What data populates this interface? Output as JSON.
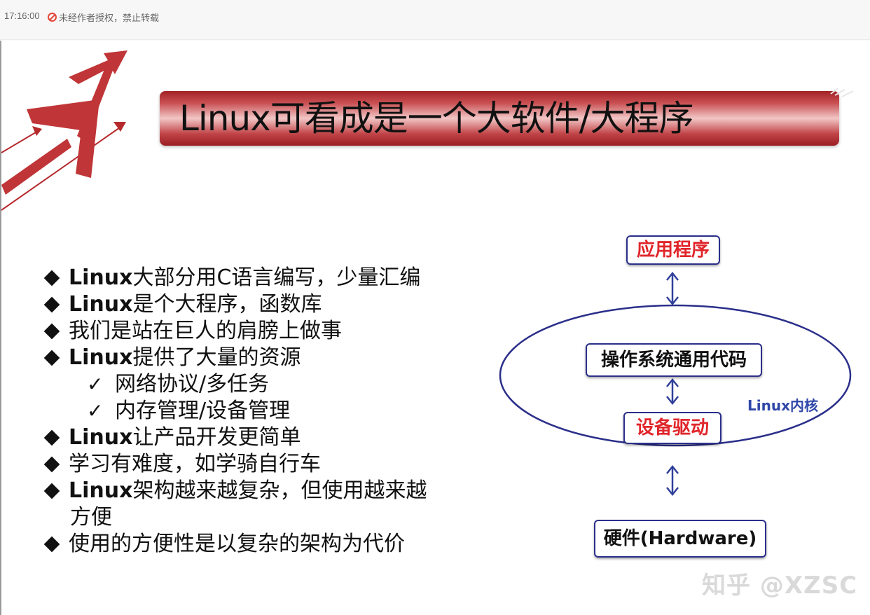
{
  "topbar": {
    "time": "17:16:00",
    "notice_icon": "no-entry-icon",
    "notice": "未经作者授权，禁止转载"
  },
  "slide": {
    "title": "Linux可看成是一个大软件/大程序",
    "bullets": [
      {
        "bold": "Linux",
        "text": "大部分用C语言编写，少量汇编"
      },
      {
        "bold": "Linux",
        "text": "是个大程序，函数库"
      },
      {
        "bold": "",
        "text": "我们是站在巨人的肩膀上做事"
      },
      {
        "bold": "Linux",
        "text": "提供了大量的资源"
      },
      {
        "bold": "Linux",
        "text": "让产品开发更简单"
      },
      {
        "bold": "",
        "text": "学习有难度，如学骑自行车"
      },
      {
        "bold": "Linux",
        "text": "架构越来越复杂，但使用越来越"
      },
      {
        "bold": "",
        "text": "使用的方便性是以复杂的架构为代价"
      }
    ],
    "bullet7_continuation": "方便",
    "subitems": [
      {
        "mark": "✓",
        "text": "网络协议/多任务"
      },
      {
        "mark": "✓",
        "text": "内存管理/设备管理"
      }
    ],
    "diagram": {
      "app": "应用程序",
      "os_code": "操作系统通用代码",
      "driver": "设备驱动",
      "hardware": "硬件(Hardware)",
      "kernel_label": "Linux内核",
      "colors": {
        "red_text": "#e0262b",
        "outline": "#2b2f8a",
        "kernel_text": "#2f47a8"
      }
    },
    "watermark": "知乎 @XZSC"
  }
}
